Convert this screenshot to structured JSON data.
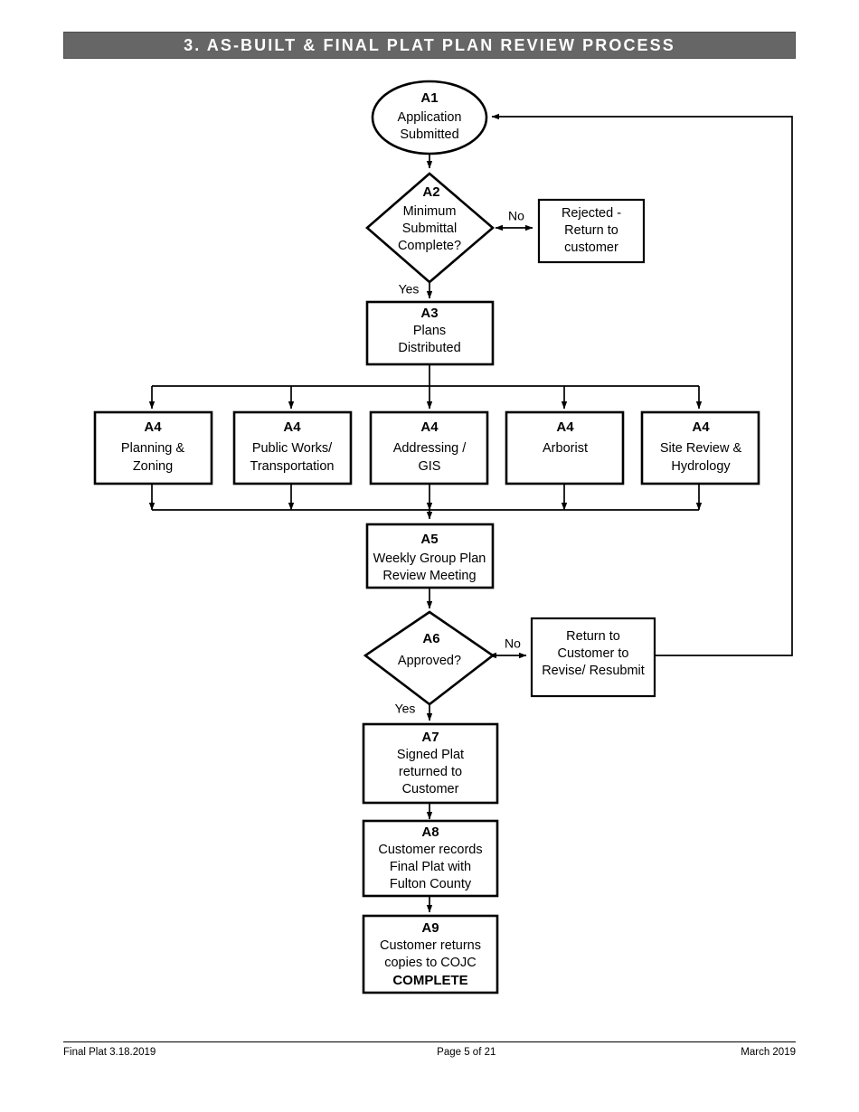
{
  "header": {
    "title": "3. AS-BUILT & FINAL PLAT PLAN REVIEW PROCESS",
    "bar_color": "#666666",
    "text_color": "#ffffff"
  },
  "footer": {
    "left": "Final Plat 3.18.2019",
    "center": "Page 5 of 21",
    "right": "March 2019"
  },
  "flowchart": {
    "type": "flowchart",
    "nodes": {
      "a1": {
        "id": "A1",
        "line1": "Application",
        "line2": "Submitted",
        "shape": "ellipse"
      },
      "a2": {
        "id": "A2",
        "line1": "Minimum",
        "line2": "Submittal",
        "line3": "Complete?",
        "shape": "diamond"
      },
      "rejected": {
        "line1": "Rejected -",
        "line2": "Return to",
        "line3": "customer",
        "shape": "box"
      },
      "a3": {
        "id": "A3",
        "line1": "Plans",
        "line2": "Distributed",
        "shape": "box"
      },
      "a4_1": {
        "id": "A4",
        "line1": "Planning &",
        "line2": "Zoning",
        "shape": "box"
      },
      "a4_2": {
        "id": "A4",
        "line1": "Public Works/",
        "line2": "Transportation",
        "shape": "box"
      },
      "a4_3": {
        "id": "A4",
        "line1": "Addressing /",
        "line2": "GIS",
        "shape": "box"
      },
      "a4_4": {
        "id": "A4",
        "line1": "Arborist",
        "line2": "",
        "shape": "box"
      },
      "a4_5": {
        "id": "A4",
        "line1": "Site Review &",
        "line2": "Hydrology",
        "shape": "box"
      },
      "a5": {
        "id": "A5",
        "line1": "Weekly Group Plan",
        "line2": "Review Meeting",
        "shape": "box"
      },
      "a6": {
        "id": "A6",
        "line1": "Approved?",
        "shape": "diamond"
      },
      "return_revise": {
        "line1": "Return to",
        "line2": "Customer to",
        "line3": "Revise/ Resubmit",
        "shape": "box"
      },
      "a7": {
        "id": "A7",
        "line1": "Signed Plat",
        "line2": "returned to",
        "line3": "Customer",
        "shape": "box"
      },
      "a8": {
        "id": "A8",
        "line1": "Customer records",
        "line2": "Final Plat with",
        "line3": "Fulton County",
        "shape": "box"
      },
      "a9": {
        "id": "A9",
        "line1": "Customer returns",
        "line2": "copies to COJC",
        "line3": "COMPLETE",
        "shape": "box"
      }
    },
    "edge_labels": {
      "a2_no": "No",
      "a2_yes": "Yes",
      "a6_no": "No",
      "a6_yes": "Yes"
    }
  }
}
